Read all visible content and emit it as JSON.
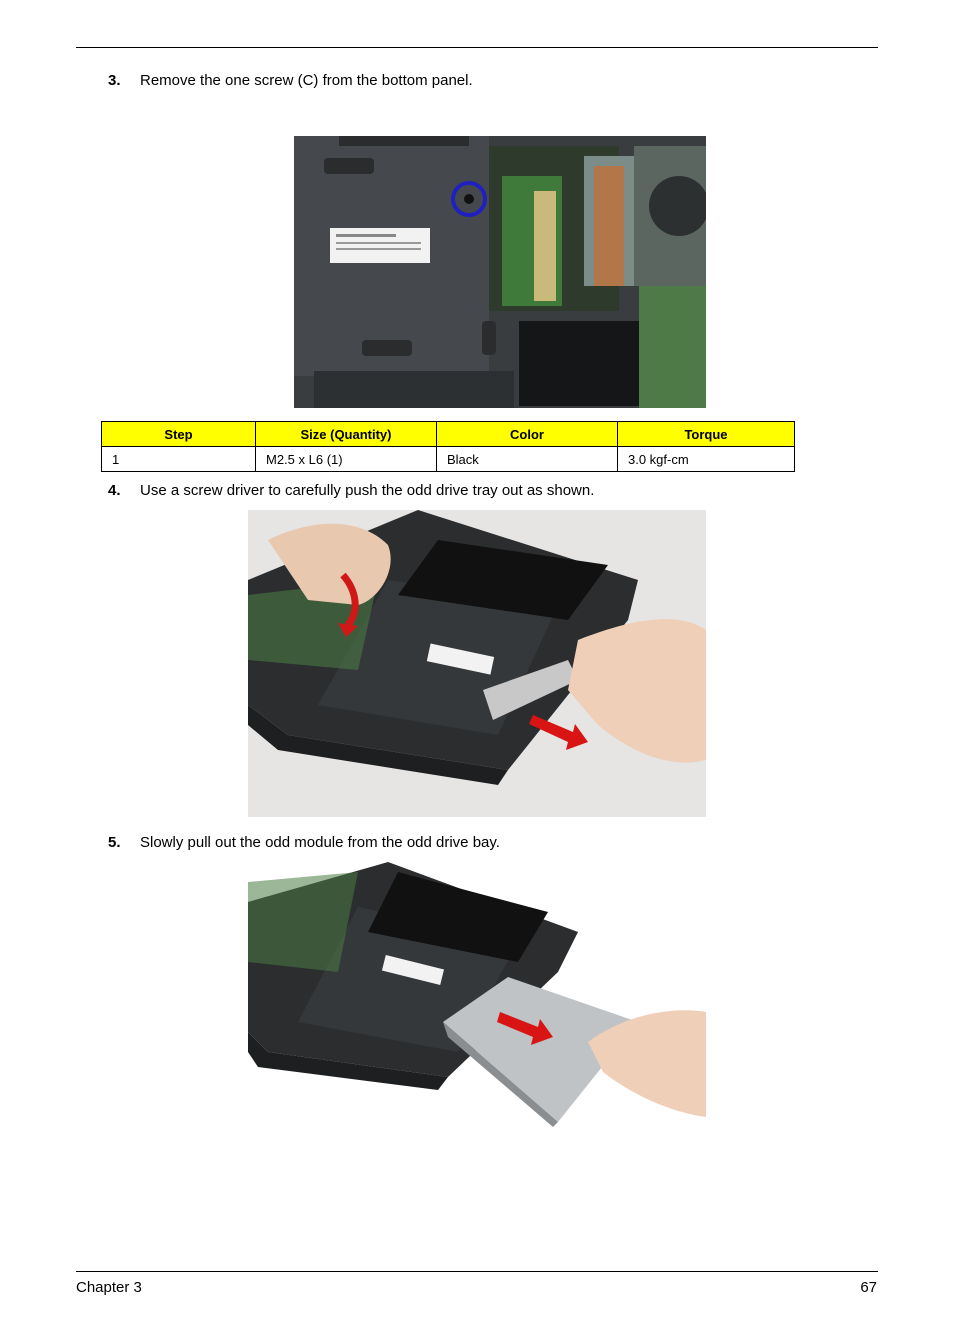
{
  "steps": [
    {
      "number": "3.",
      "text": "Remove the one screw (C) from the bottom panel."
    },
    {
      "number": "4.",
      "text": "Use a screw driver to carefully push the odd drive tray out as shown."
    },
    {
      "number": "5.",
      "text": "Slowly pull out the odd module from the odd drive bay."
    }
  ],
  "screw_table": {
    "headers": [
      "Step",
      "Size (Quantity)",
      "Color",
      "Torque"
    ],
    "rows": [
      [
        "1",
        "M2.5 x L6 (1)",
        "Black",
        "3.0 kgf-cm"
      ]
    ]
  },
  "footer": {
    "chapter": "Chapter 3",
    "page": "67"
  },
  "colors": {
    "table_header": "#ffff00",
    "highlight_circle": "#2020c0",
    "arrow": "#e01010"
  }
}
